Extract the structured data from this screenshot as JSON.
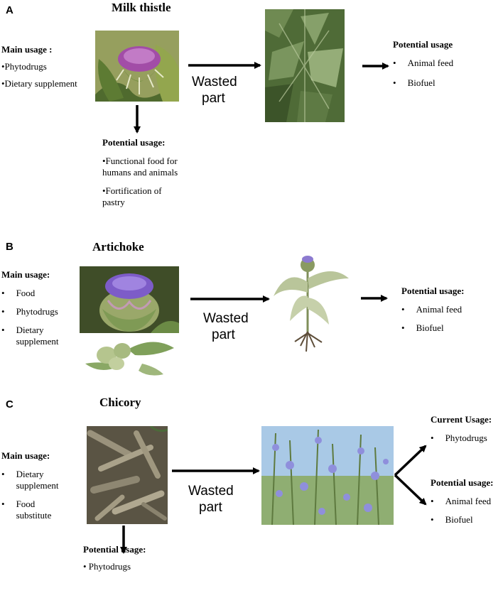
{
  "panels": [
    {
      "letter": "A",
      "title": "Milk thistle",
      "main_usage": {
        "heading": "Main usage :",
        "items": [
          "•Phytodrugs",
          "•Dietary supplement"
        ]
      },
      "potential_below": {
        "heading": "Potential  usage:",
        "items": [
          "•Functional food for humans and animals",
          "•Fortification of pastry"
        ]
      },
      "wasted_label": [
        "Wasted",
        "part"
      ],
      "potential_right": {
        "heading": "Potential  usage",
        "items": [
          "Animal feed",
          "Biofuel"
        ]
      }
    },
    {
      "letter": "B",
      "title": "Artichoke",
      "main_usage": {
        "heading": "Main usage:",
        "items": [
          "Food",
          "Phytodrugs",
          "Dietary supplement"
        ]
      },
      "wasted_label": [
        "Wasted",
        "part"
      ],
      "potential_right": {
        "heading": "Potential  usage:",
        "items": [
          "Animal feed",
          "Biofuel"
        ]
      }
    },
    {
      "letter": "C",
      "title": "Chicory",
      "main_usage": {
        "heading": "Main usage:",
        "items": [
          "Dietary supplement",
          "Food substitute"
        ]
      },
      "potential_below": {
        "heading": "Potential usage:",
        "items": [
          "• Phytodrugs"
        ]
      },
      "wasted_label": [
        "Wasted",
        "part"
      ],
      "current_right": {
        "heading": "Current Usage:",
        "items": [
          "Phytodrugs"
        ]
      },
      "potential_right": {
        "heading": "Potential  usage:",
        "items": [
          "Animal feed",
          "Biofuel"
        ]
      }
    }
  ],
  "colors": {
    "thistle_purple": "#a45aa8",
    "leaf_green": "#5e7a3a",
    "dark_green": "#3f5a2c",
    "artichoke_purple": "#7d5cc8",
    "artichoke_bract": "#9aa86a",
    "root_brown": "#6e6450",
    "chicory_blue": "#8f8fdc",
    "sky": "#a9c9e6"
  }
}
